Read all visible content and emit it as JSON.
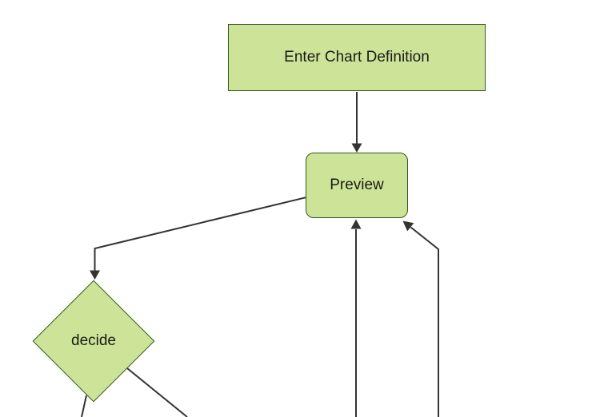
{
  "diagram": {
    "type": "flowchart",
    "direction": "top-down",
    "nodes": [
      {
        "id": "A",
        "label": "Enter Chart Definition",
        "shape": "rectangle"
      },
      {
        "id": "B",
        "label": "Preview",
        "shape": "rounded-rectangle"
      },
      {
        "id": "C",
        "label": "decide",
        "shape": "diamond"
      }
    ],
    "edges": [
      {
        "from": "Enter Chart Definition",
        "to": "Preview",
        "arrowhead": true
      },
      {
        "from": "Preview",
        "to": "decide",
        "arrowhead": true
      },
      {
        "from": "offscreen-bottom",
        "to": "Preview",
        "arrowhead": true
      },
      {
        "from": "offscreen-bottom-right",
        "to": "Preview",
        "arrowhead": true
      },
      {
        "from": "decide",
        "to": "offscreen-bottom-left",
        "arrowhead": false
      },
      {
        "from": "decide",
        "to": "offscreen-bottom-right",
        "arrowhead": false
      }
    ],
    "colors": {
      "node_fill": "#cde498",
      "node_border": "#2f5a1d",
      "edge": "#333333",
      "text": "#1a1a1a",
      "background": "#ffffff"
    }
  }
}
